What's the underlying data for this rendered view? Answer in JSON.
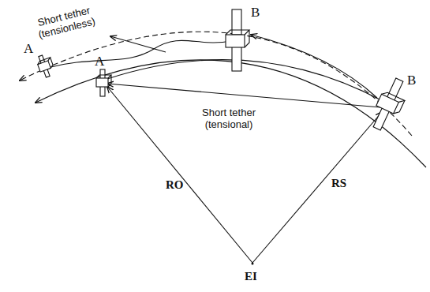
{
  "diagram": {
    "labels": [
      "Short tether (tensionless)",
      "B",
      "A",
      "A",
      "Short tether (tensional)",
      "B",
      "RO",
      "RS",
      "EI"
    ]
  }
}
